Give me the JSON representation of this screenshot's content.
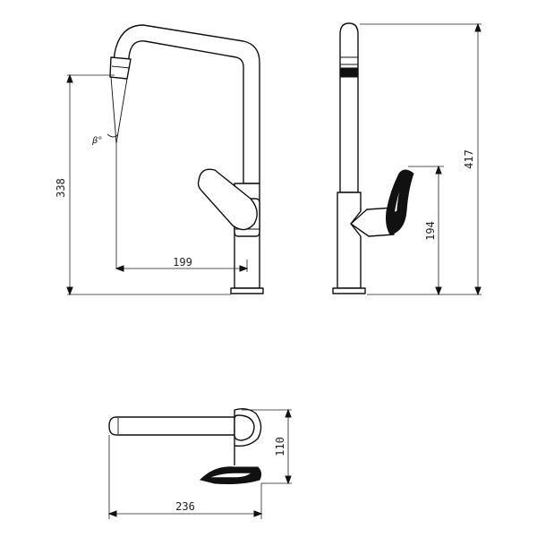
{
  "dimensions": {
    "front_height": "338",
    "front_reach": "199",
    "side_total_height": "417",
    "side_handle_height": "194",
    "top_depth": "110",
    "top_length": "236"
  },
  "angle_label": "β°",
  "line_color": "#111111"
}
